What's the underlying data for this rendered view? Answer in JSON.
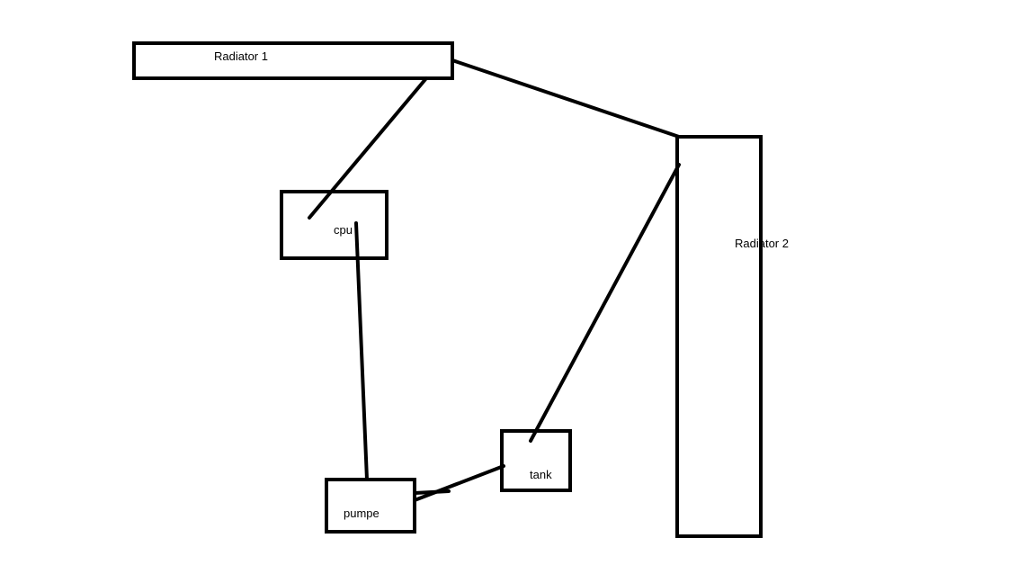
{
  "diagram": {
    "components": {
      "radiator1": "Radiator 1",
      "radiator2": "Radiator 2",
      "cpu": "cpu",
      "pump": "pumpe",
      "tank": "tank"
    },
    "connections": [
      {
        "from": "radiator1",
        "to": "cpu"
      },
      {
        "from": "cpu",
        "to": "pump"
      },
      {
        "from": "pump",
        "to": "tank"
      },
      {
        "from": "tank",
        "to": "radiator2"
      },
      {
        "from": "radiator2",
        "to": "radiator1"
      }
    ],
    "colors": {
      "stroke": "#000000",
      "background": "#ffffff"
    }
  }
}
